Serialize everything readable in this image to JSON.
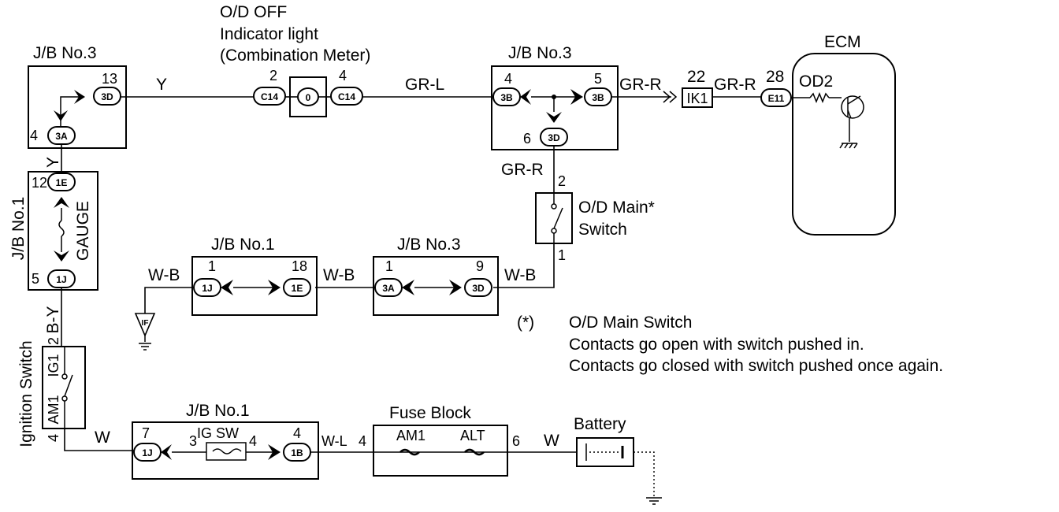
{
  "title_od_off": [
    "O/D OFF",
    "Indicator light",
    "(Combination Meter)"
  ],
  "ecm": "ECM",
  "jb3": "J/B No.3",
  "jb1": "J/B No.1",
  "gauge": "GAUGE",
  "fuse_block": "Fuse Block",
  "battery": "Battery",
  "ignition_switch": "Ignition Switch",
  "od_main_switch": [
    "O/D Main*",
    "Switch"
  ],
  "note": {
    "mark": "(*)",
    "lines": [
      "O/D Main Switch",
      "Contacts go open with switch pushed in.",
      "Contacts go closed with switch pushed once again."
    ]
  },
  "connectors": {
    "c3d_a": "3D",
    "c3a_a": "3A",
    "c1e_a": "1E",
    "c1j_a": "1J",
    "c14_l": "C14",
    "c14_r": "C14",
    "meter": "0",
    "c3b_l": "3B",
    "c3b_r": "3B",
    "c3d_b": "3D",
    "ik1": "IK1",
    "e11": "E11",
    "c1j_b": "1J",
    "c1e_b": "1E",
    "c3a_b": "3A",
    "c3d_c": "3D",
    "c1j_c": "1J",
    "c1b": "1B",
    "ground_if": "IF"
  },
  "pins": {
    "p13": "13",
    "p4_3a": "4",
    "p12": "12",
    "p5": "5",
    "p2_c14": "2",
    "p4_c14": "4",
    "p4_3b": "4",
    "p5_3b": "5",
    "p6_3d": "6",
    "p22": "22",
    "p28": "28",
    "p2_sw": "2",
    "p1_sw": "1",
    "p1_1j": "1",
    "p18": "18",
    "p1_3a": "1",
    "p9": "9",
    "p2_ig": "2",
    "p4_ig": "4",
    "p7": "7",
    "p3": "3",
    "p4_igsw": "4",
    "p4_1b": "4",
    "p4_fb": "4",
    "p6_fb": "6"
  },
  "wires": {
    "y_top": "Y",
    "y_vert": "Y",
    "grl": "GR-L",
    "grr_a": "GR-R",
    "grr_b": "GR-R",
    "grr_vert": "GR-R",
    "wb_a": "W-B",
    "wb_b": "W-B",
    "wb_c": "W-B",
    "by": "B-Y",
    "w_a": "W",
    "wl": "W-L",
    "w_b": "W"
  },
  "components": {
    "od2": "OD2",
    "ig1": "IG1",
    "am1_sw": "AM1",
    "igsw": "IG SW",
    "am1_fuse": "AM1",
    "alt_fuse": "ALT"
  }
}
